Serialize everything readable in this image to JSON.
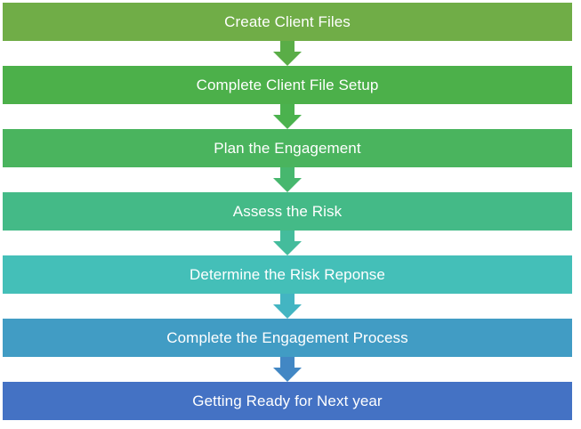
{
  "flow": {
    "steps": [
      {
        "label": "Create Client Files",
        "color": "#70AD47"
      },
      {
        "label": "Complete Client File Setup",
        "color": "#4CB04A"
      },
      {
        "label": "Plan the Engagement",
        "color": "#4AB45E"
      },
      {
        "label": "Assess the Risk",
        "color": "#44BA87"
      },
      {
        "label": "Determine the Risk Reponse",
        "color": "#44BFB8"
      },
      {
        "label": "Complete the Engagement Process",
        "color": "#419CC4"
      },
      {
        "label": "Getting Ready for Next year",
        "color": "#4472C4"
      }
    ],
    "connectors": [
      {
        "icon": "down-arrow-icon",
        "color": "#5AAD47"
      },
      {
        "icon": "down-arrow-icon",
        "color": "#4BB24E"
      },
      {
        "icon": "down-arrow-icon",
        "color": "#47B76E"
      },
      {
        "icon": "down-arrow-icon",
        "color": "#44BC9C"
      },
      {
        "icon": "down-arrow-icon",
        "color": "#43B5C2"
      },
      {
        "icon": "down-arrow-icon",
        "color": "#4287C4"
      }
    ]
  }
}
